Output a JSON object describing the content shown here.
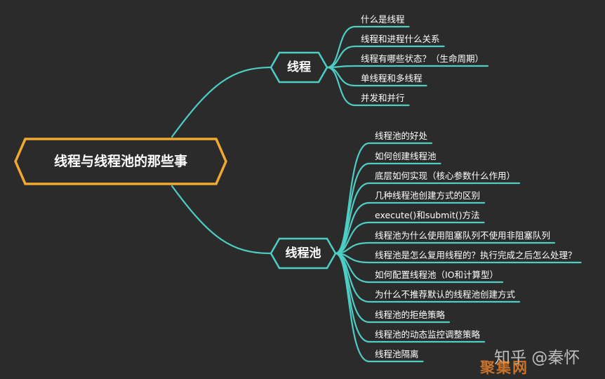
{
  "root": {
    "label": "线程与线程池的那些事",
    "border_color": "#f0a830"
  },
  "branches": [
    {
      "label": "线程",
      "children": [
        "什么是线程",
        "线程和进程什么关系",
        "线程有哪些状态？（生命周期）",
        "单线程和多线程",
        "并发和并行"
      ]
    },
    {
      "label": "线程池",
      "children": [
        "线程池的好处",
        "如何创建线程池",
        "底层如何实现（核心参数什么作用）",
        "几种线程池创建方式的区别",
        "execute()和submit()方法",
        "线程池为什么使用阻塞队列不使用非阻塞队列",
        "线程池是怎么复用线程的？执行完成之后怎么处理？",
        "如何配置线程池（IO和计算型）",
        "为什么不推荐默认的线程池创建方式",
        "线程池的拒绝策略",
        "线程池的动态监控调整策略",
        "线程池隔离"
      ]
    }
  ],
  "colors": {
    "background": "#2b2b2b",
    "connector": "#4ecdc4",
    "text": "#ffffff"
  },
  "watermark": {
    "line1": "知乎 @秦怀",
    "line2": "聚集网"
  }
}
